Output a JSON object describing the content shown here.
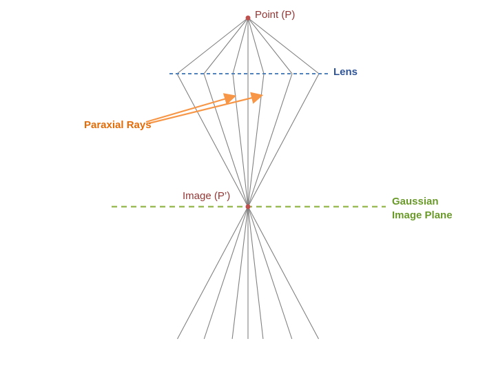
{
  "labels": {
    "point": "Point (P)",
    "image": "Image (P’)",
    "lens": "Lens",
    "image_plane_line1": "Gaussian",
    "image_plane_line2": "Image Plane",
    "paraxial_rays": "Paraxial Rays"
  },
  "colors": {
    "ray": "#808080",
    "point_marker": "#c0504d",
    "point_text": "#943634",
    "lens_line": "#4f81bd",
    "lens_text": "#2f5597",
    "plane_line": "#9bbb59",
    "plane_text": "#6a9a2a",
    "paraxial": "#f79646",
    "paraxial_text": "#e36c09"
  }
}
